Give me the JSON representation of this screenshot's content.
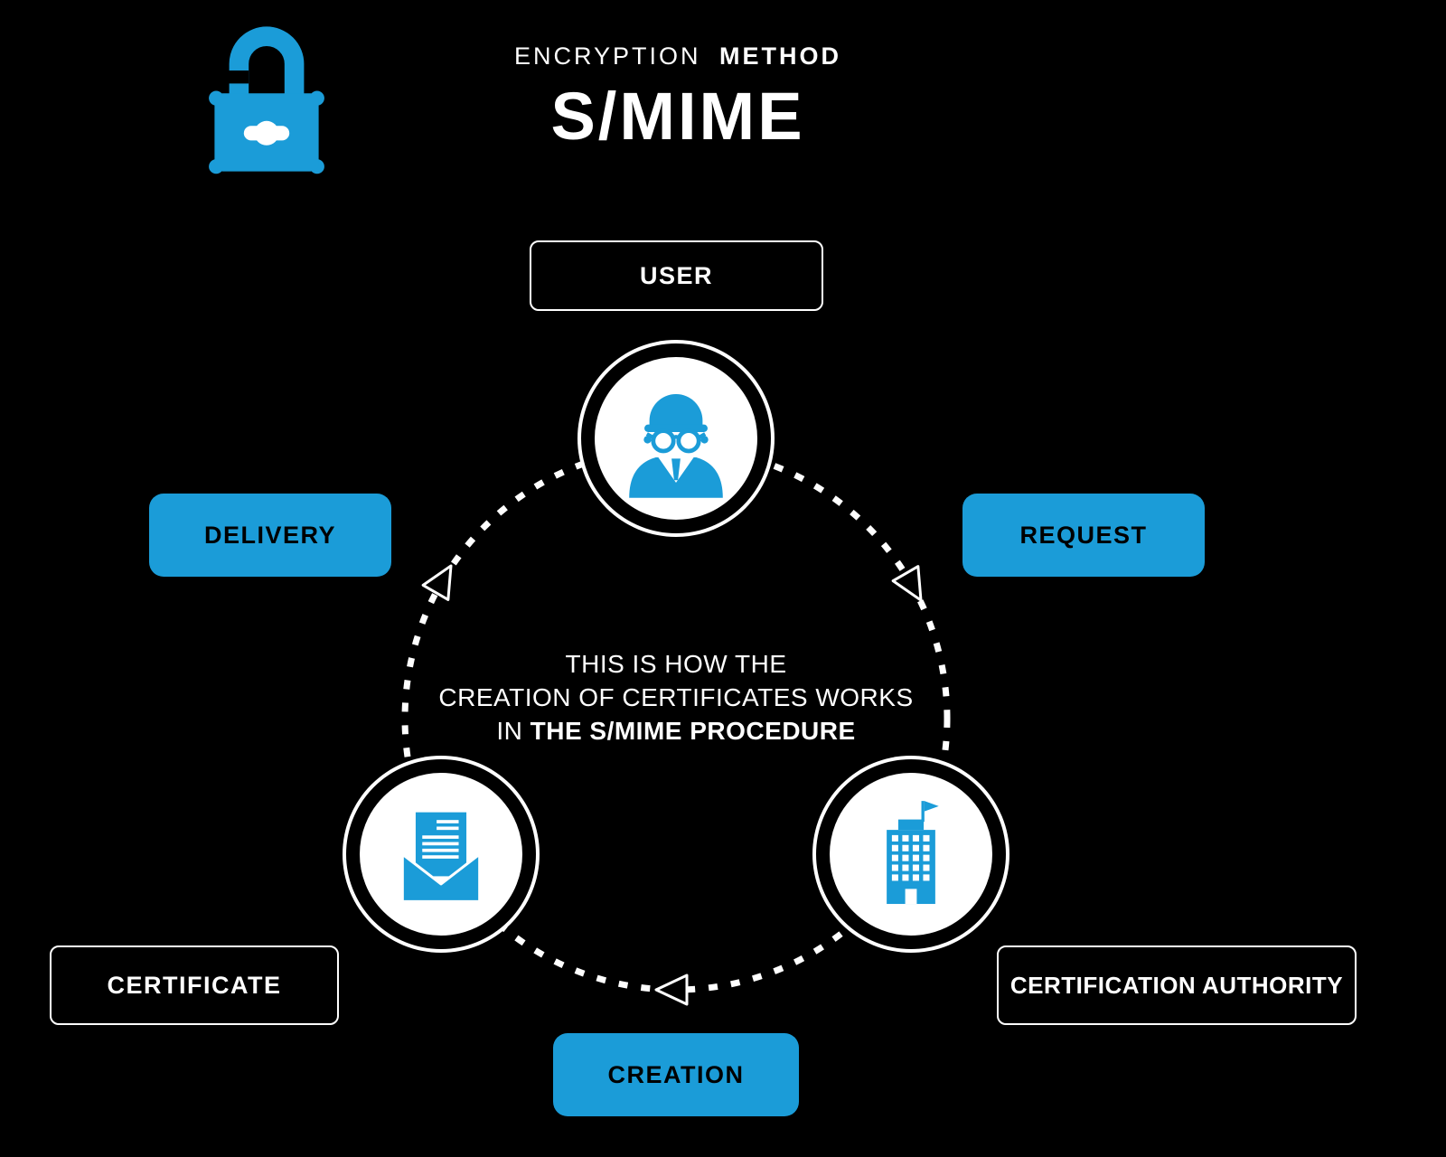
{
  "colors": {
    "background": "#000000",
    "accent": "#1b9cd8",
    "text_on_dark": "#ffffff",
    "text_on_accent": "#000000"
  },
  "header": {
    "eyebrow": {
      "light": "ENCRYPTION",
      "bold": "METHOD"
    },
    "title": "S/MIME"
  },
  "center_message": {
    "line1": "THIS IS HOW THE",
    "line2": "CREATION OF CERTIFICATES WORKS",
    "line3_regular": "IN",
    "line3_bold": "THE S/MIME PROCEDURE"
  },
  "nodes": {
    "user": {
      "label": "USER",
      "icon": "user-avatar-icon"
    },
    "certificate": {
      "label": "CERTIFICATE",
      "icon": "envelope-letter-icon"
    },
    "certification_authority": {
      "label": "CERTIFICATION AUTHORITY",
      "icon": "building-icon"
    }
  },
  "steps": {
    "request": {
      "label": "REQUEST"
    },
    "creation": {
      "label": "CREATION"
    },
    "delivery": {
      "label": "DELIVERY"
    }
  },
  "icons": {
    "padlock": "padlock-icon",
    "cycle": "dashed-cycle-circle",
    "arrow": "flow-arrow-icon"
  }
}
